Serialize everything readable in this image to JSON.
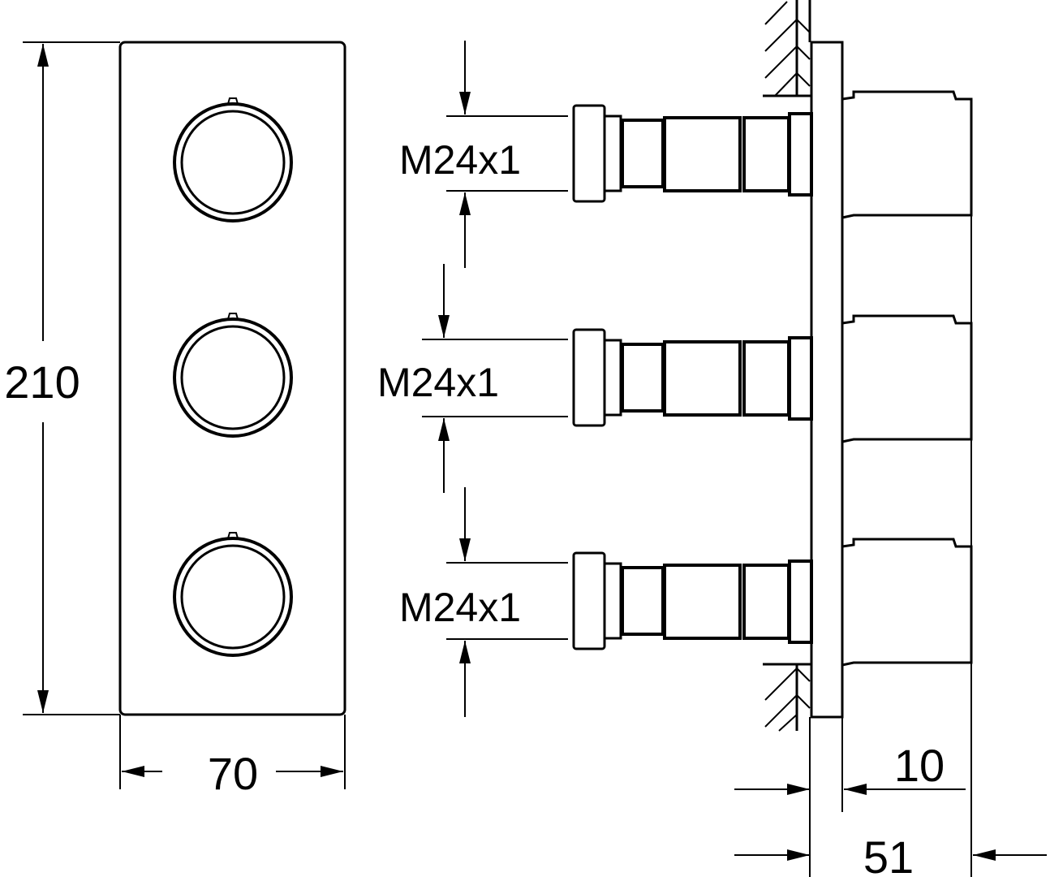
{
  "dimensions": {
    "height": "210",
    "width": "70",
    "thread_top": "M24x1",
    "thread_middle": "M24x1",
    "thread_bottom": "M24x1",
    "plate_depth": "10",
    "total_depth": "51"
  },
  "colors": {
    "line": "#000000",
    "background": "#ffffff"
  }
}
